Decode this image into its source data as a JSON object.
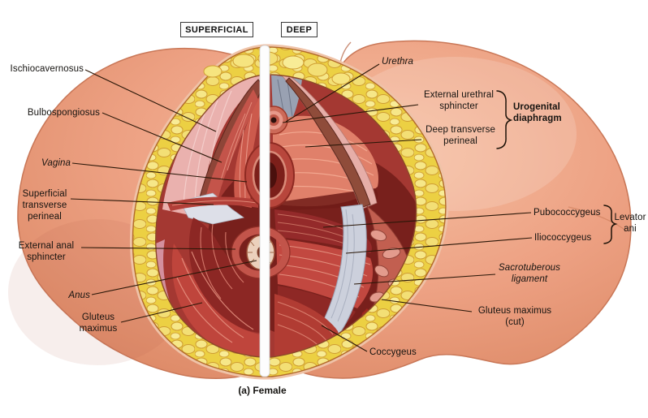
{
  "figure": {
    "view_headers": {
      "superficial": "SUPERFICIAL",
      "deep": "DEEP"
    },
    "caption": "(a) Female",
    "labels": {
      "ischiocavernosus": "Ischiocavernosus",
      "bulbospongiosus": "Bulbospongiosus",
      "vagina": "Vagina",
      "superficial_transverse_perineal": "Superficial\ntransverse\nperineal",
      "external_anal_sphincter": "External anal\nsphincter",
      "anus": "Anus",
      "gluteus_maximus": "Gluteus\nmaximus",
      "urethra": "Urethra",
      "external_urethral_sphincter": "External urethral\nsphincter",
      "deep_transverse_perineal": "Deep transverse\nperineal",
      "urogenital_diaphragm": "Urogenital\ndiaphragm",
      "pubococcygeus": "Pubococcygeus",
      "iliococcygeus": "Iliococcygeus",
      "levator_ani": "Levator\nani",
      "sacrotuberous_ligament": "Sacrotuberous\nligament",
      "gluteus_maximus_cut": "Gluteus maximus\n(cut)",
      "coccygeus": "Coccygeus"
    },
    "colors": {
      "skin": "#eea183",
      "fat_yellow": "#eed23f",
      "muscle_red": "#c4544a",
      "muscle_dark_red": "#8c2724",
      "muscle_salmon": "#e0806a",
      "ligament_gray": "#ccd0dc",
      "divider_white": "#fdfdfd",
      "label_text": "#151310",
      "leader_line": "#2a1708"
    }
  }
}
